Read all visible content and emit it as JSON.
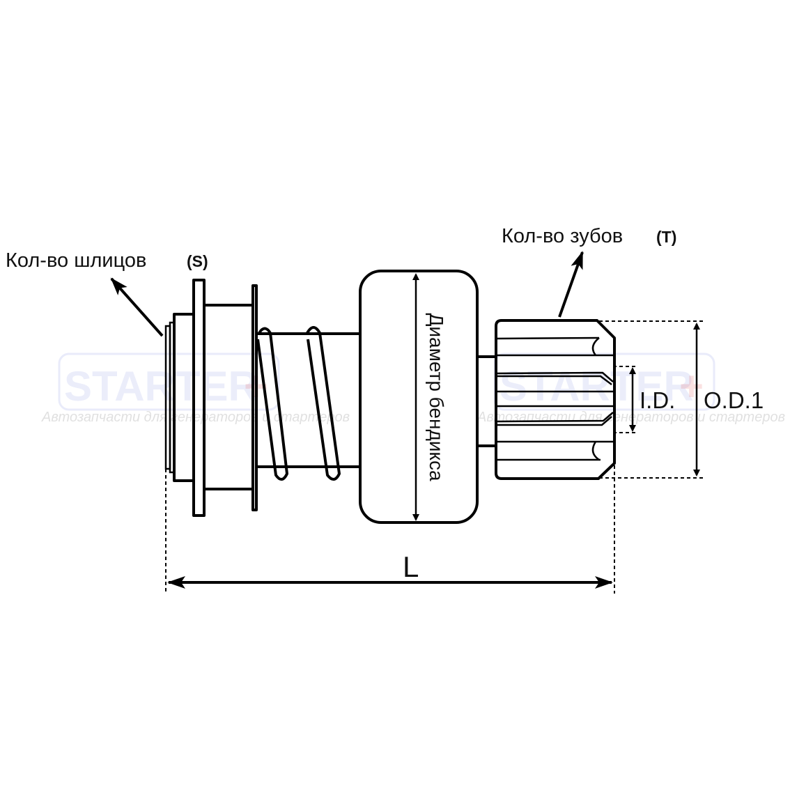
{
  "labels": {
    "splines": "Кол-во шлицов",
    "splines_symbol": "(S)",
    "teeth": "Кол-во зубов",
    "teeth_symbol": "(T)",
    "drive_diameter": "Диаметр бендикса",
    "inner_diameter": "I.D.",
    "outer_diameter": "O.D.1",
    "length": "L"
  },
  "watermark": {
    "brand": "STARTER",
    "plus": "+",
    "tagline": "Автозапчасти для генераторов и стартеров",
    "brand_color": "#2a3fd0",
    "plus_color": "#e04040"
  }
}
